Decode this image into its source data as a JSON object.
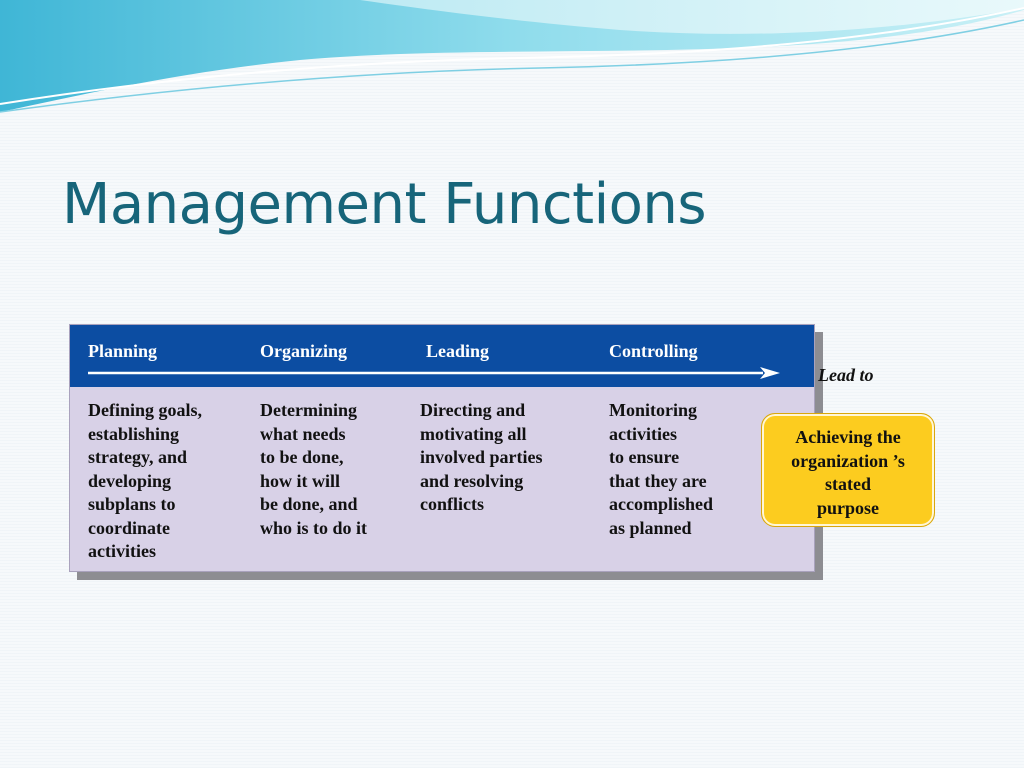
{
  "slide": {
    "title": "Management Functions"
  },
  "diagram": {
    "stages": [
      {
        "label": "Planning",
        "description": "Defining goals,\nestablishing\nstrategy, and\ndeveloping\nsubplans to\ncoordinate\nactivities"
      },
      {
        "label": "Organizing",
        "description": "Determining\nwhat needs\nto be done,\nhow it will\nbe done, and\nwho is to do it"
      },
      {
        "label": "Leading",
        "description": "Directing and\nmotivating all\ninvolved parties\nand resolving\nconflicts"
      },
      {
        "label": "Controlling",
        "description": "Monitoring\nactivities\nto ensure\nthat they are\naccomplished\nas planned"
      }
    ],
    "connector_label": "Lead to",
    "outcome": "Achieving the\norganization ’s\nstated\npurpose"
  },
  "colors": {
    "title": "#17657a",
    "header_band": "#0c4da2",
    "body_panel": "#d8d1e7",
    "outcome_box": "#fccc1f"
  }
}
